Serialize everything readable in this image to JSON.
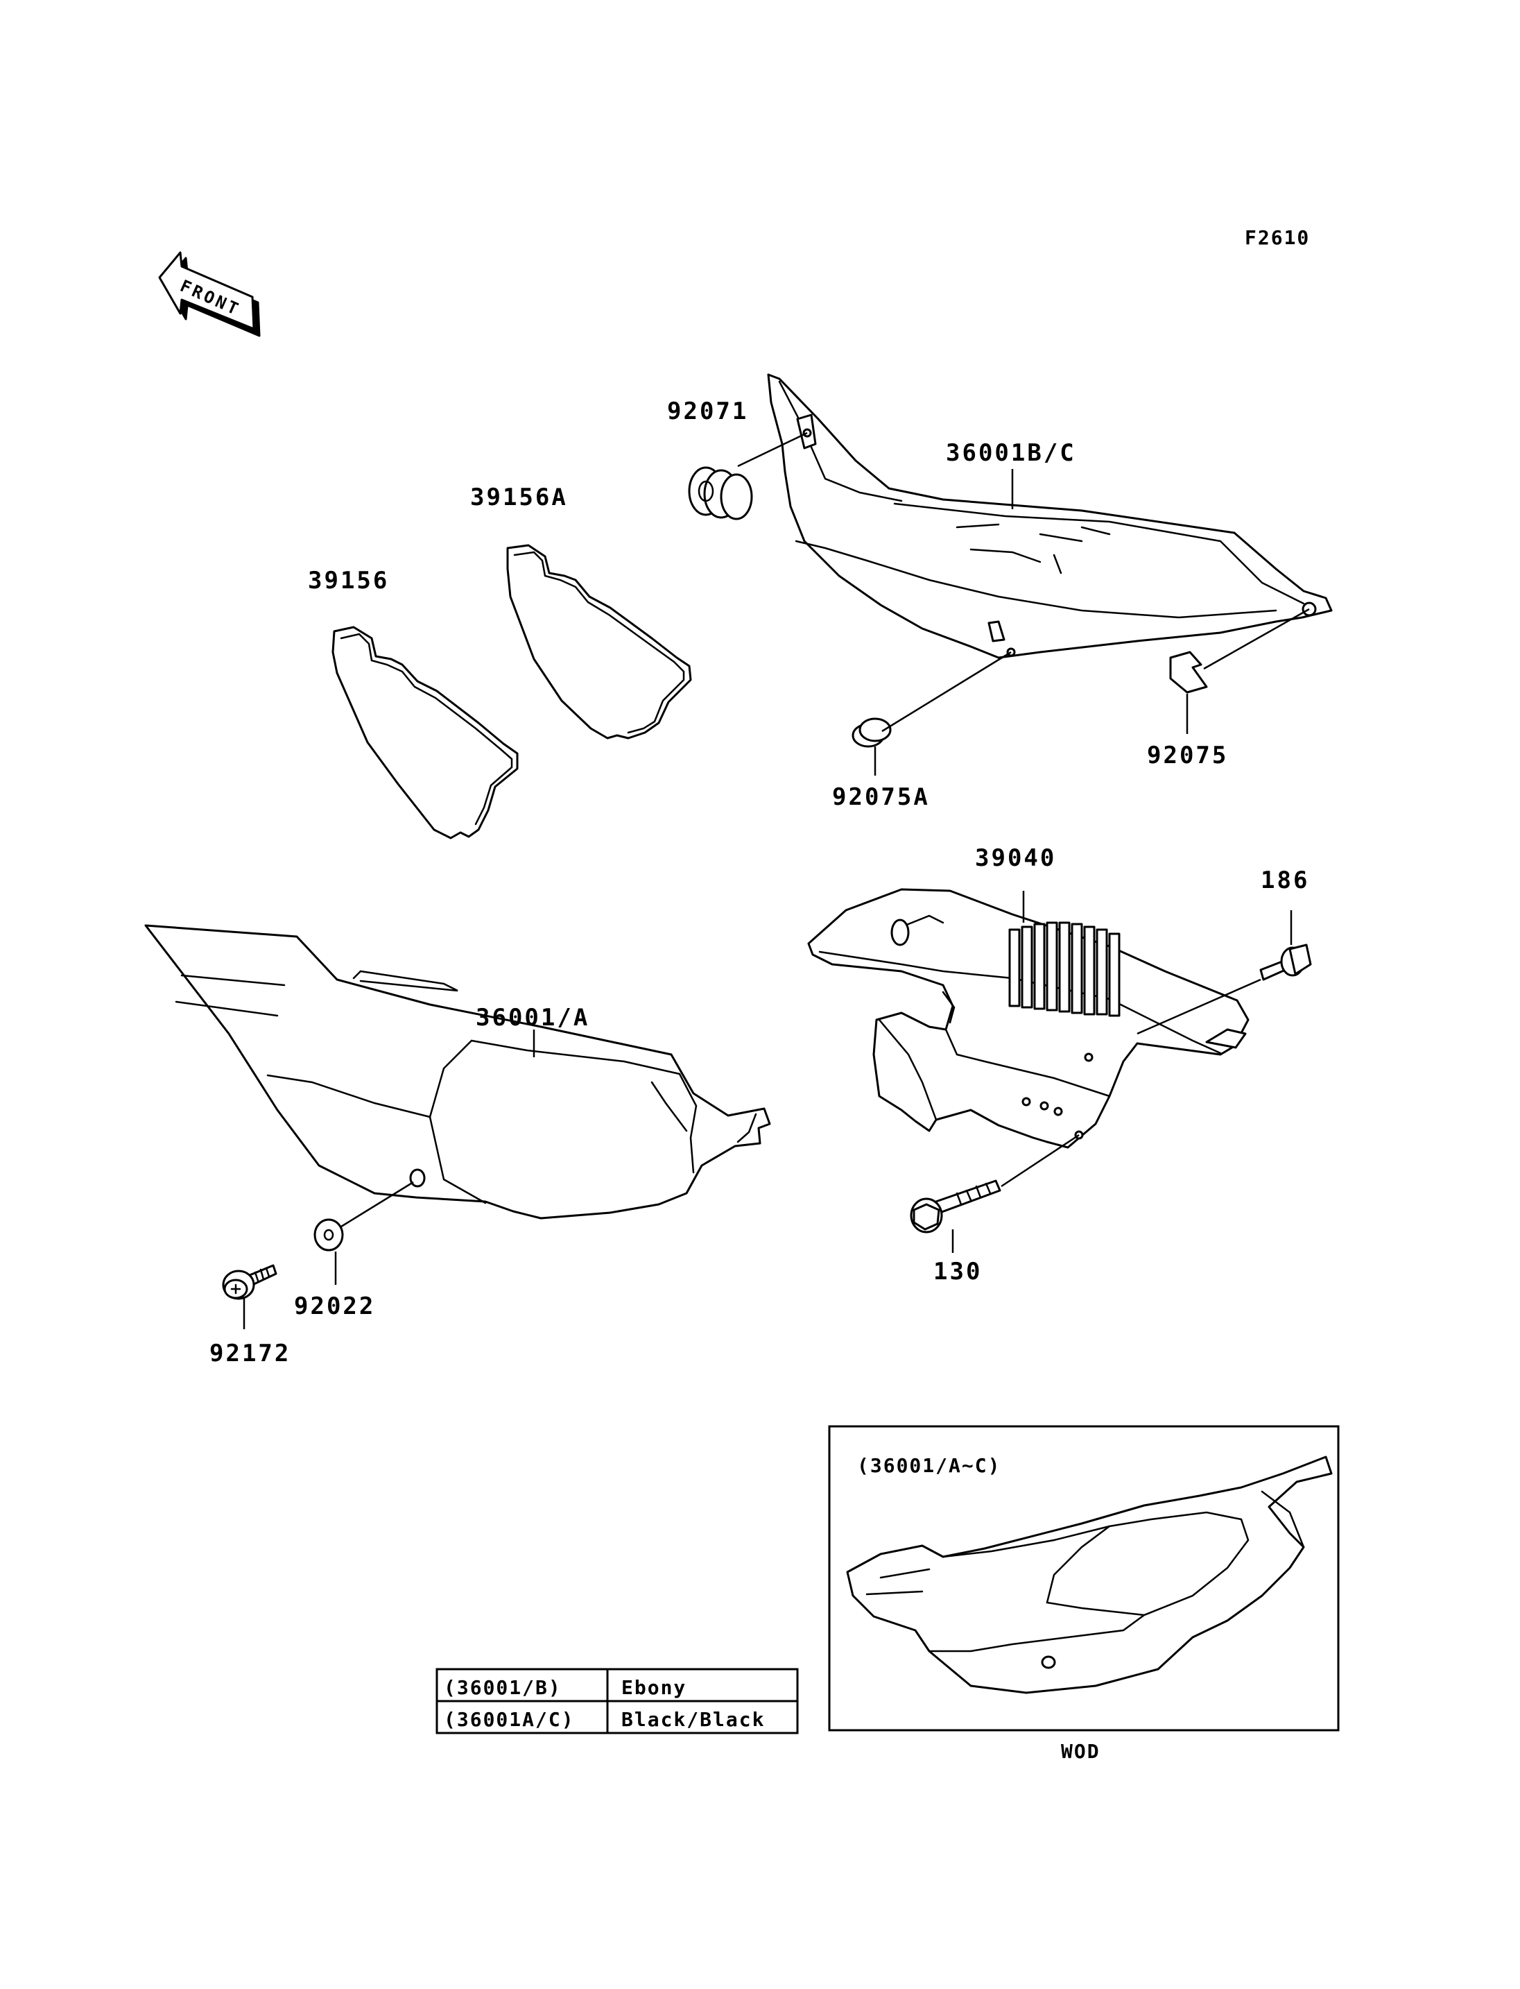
{
  "figure_code": "F2610",
  "front_label": "FRONT",
  "parts": {
    "p92071": "92071",
    "p36001bc": "36001B/C",
    "p39156a": "39156A",
    "p39156": "39156",
    "p92075a": "92075A",
    "p92075": "92075",
    "p39040": "39040",
    "p186": "186",
    "p36001a": "36001/A",
    "p130": "130",
    "p92022": "92022",
    "p92172": "92172"
  },
  "inset": {
    "title": "(36001/A~C)",
    "caption": "WOD"
  },
  "color_table": [
    {
      "part": "(36001/B)",
      "color": "Ebony"
    },
    {
      "part": "(36001A/C)",
      "color": "Black/Black"
    }
  ]
}
